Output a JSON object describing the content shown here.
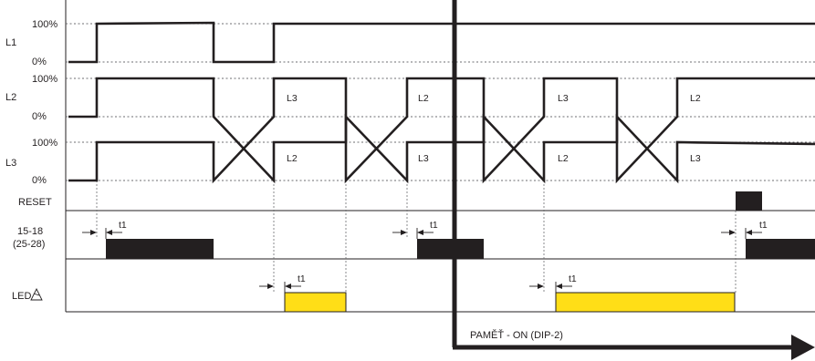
{
  "rows": {
    "l1": {
      "name": "L1",
      "top": "100%",
      "bottom": "0%"
    },
    "l2": {
      "name": "L2",
      "top": "100%",
      "bottom": "0%"
    },
    "l3": {
      "name": "L3",
      "top": "100%",
      "bottom": "0%"
    },
    "reset": {
      "name": "RESET"
    },
    "relay": {
      "name_line1": "15-18",
      "name_line2": "(25-28)"
    },
    "led": {
      "name": "LED"
    }
  },
  "phase_labels": [
    "L3",
    "L2",
    "L3",
    "L2",
    "L2",
    "L3",
    "L2",
    "L3"
  ],
  "delay_label": "t1",
  "memory_label": "PAMĚŤ - ON (DIP-2)",
  "colors": {
    "led_on": "#ffde17",
    "signal": "#231f20",
    "grid": "#6d6e71"
  },
  "icons": {
    "led": "warning-triangle-icon"
  }
}
